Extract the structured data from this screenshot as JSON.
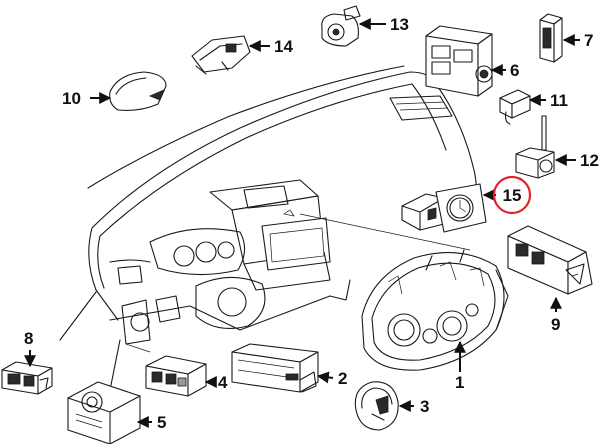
{
  "callouts": [
    {
      "id": "1",
      "label": "1"
    },
    {
      "id": "2",
      "label": "2"
    },
    {
      "id": "3",
      "label": "3"
    },
    {
      "id": "4",
      "label": "4"
    },
    {
      "id": "5",
      "label": "5"
    },
    {
      "id": "6",
      "label": "6"
    },
    {
      "id": "7",
      "label": "7"
    },
    {
      "id": "8",
      "label": "8"
    },
    {
      "id": "9",
      "label": "9"
    },
    {
      "id": "10",
      "label": "10"
    },
    {
      "id": "11",
      "label": "11"
    },
    {
      "id": "12",
      "label": "12"
    },
    {
      "id": "13",
      "label": "13"
    },
    {
      "id": "14",
      "label": "14"
    },
    {
      "id": "15",
      "label": "15"
    }
  ],
  "highlight": {
    "callout": "15",
    "color": "#e0242b"
  }
}
